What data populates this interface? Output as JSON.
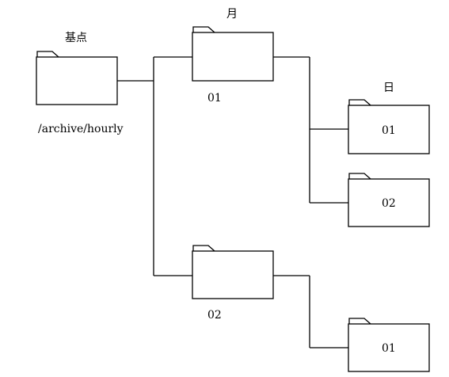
{
  "root": {
    "header": "基点",
    "path": "/archive/hourly"
  },
  "level_labels": {
    "month": "月",
    "day": "日"
  },
  "months": [
    {
      "name": "01",
      "days": [
        "01",
        "02"
      ]
    },
    {
      "name": "02",
      "days": [
        "01"
      ]
    }
  ]
}
